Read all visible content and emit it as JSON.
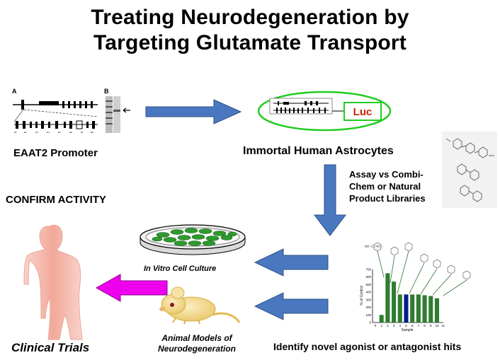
{
  "title": {
    "line1": "Treating Neurodegeneration by",
    "line2": "Targeting Glutamate Transport"
  },
  "labels": {
    "eaat2_promoter": "EAAT2 Promoter",
    "immortal_astrocytes": "Immortal Human Astrocytes",
    "assay_line1": "Assay vs Combi-",
    "assay_line2": "Chem or Natural",
    "assay_line3": "Product Libraries",
    "confirm_activity": "CONFIRM ACTIVITY",
    "in_vitro": "In Vitro Cell Culture",
    "animal_line1": "Animal Models of",
    "animal_line2": "Neurodegeneration",
    "clinical_trials": "Clinical Trials",
    "identify_hits": "Identify novel agonist or antagonist hits"
  },
  "construct": {
    "panel_a": "A",
    "panel_b": "B",
    "luc": "Luc"
  },
  "bar_chart": {
    "ylabel": "% of Control",
    "xlabel": "Sample",
    "ytick_labels": [
      "0",
      "100",
      "200",
      "300",
      "400",
      "500",
      "600",
      "700"
    ],
    "xtick_labels": [
      "0",
      "1",
      "2",
      "3",
      "4",
      "5",
      "6",
      "7",
      "8",
      "9",
      "10",
      "11"
    ]
  },
  "chart_data": {
    "type": "bar",
    "xlabel": "Sample",
    "ylabel": "% of Control",
    "ylim": [
      0,
      700
    ],
    "categories": [
      "1",
      "2",
      "3",
      "4",
      "5",
      "6",
      "7",
      "8",
      "9",
      "10"
    ],
    "values": [
      100,
      650,
      540,
      370,
      370,
      370,
      370,
      360,
      350,
      320
    ],
    "highlight_index": 4
  },
  "colors": {
    "arrow_blue": "#4a78c0",
    "arrow_magenta": "#ee00ee",
    "ellipse_green": "#22cc22",
    "luc_red": "#cc2200",
    "dish_cells": "#2e9a2e",
    "mouse_body": "#f3d98a",
    "human_silhouette": "#f6c2b8",
    "bar_green": "#2f7d2f",
    "bar_highlight": "#0a1a8a"
  }
}
